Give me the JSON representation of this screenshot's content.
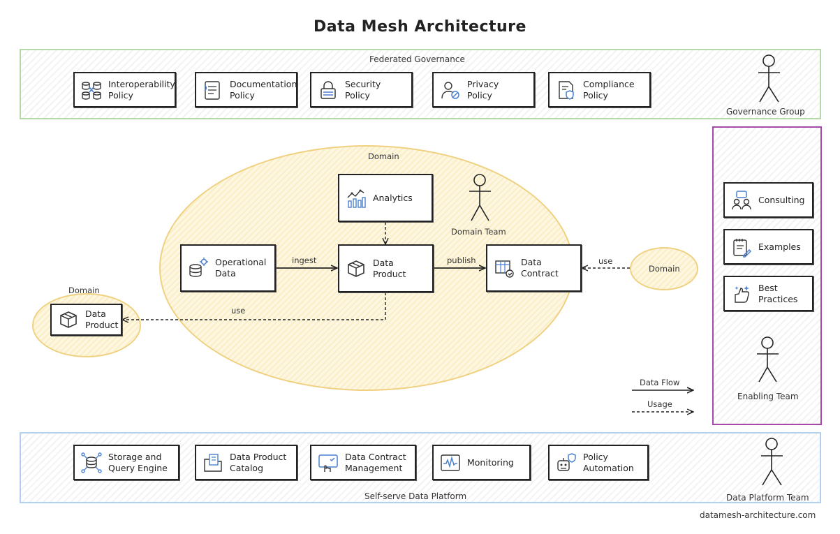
{
  "title": "Data Mesh Architecture",
  "footer_url": "datamesh-architecture.com",
  "governance": {
    "label": "Federated Governance",
    "group_label": "Governance Group",
    "policies": [
      {
        "label": "Interoperability\nPolicy",
        "icon": "interoperability-icon"
      },
      {
        "label": "Documentation\nPolicy",
        "icon": "documentation-icon"
      },
      {
        "label": "Security\nPolicy",
        "icon": "security-icon"
      },
      {
        "label": "Privacy\nPolicy",
        "icon": "privacy-icon"
      },
      {
        "label": "Compliance\nPolicy",
        "icon": "compliance-icon"
      }
    ]
  },
  "platform": {
    "label": "Self-serve Data Platform",
    "team_label": "Data Platform Team",
    "items": [
      {
        "label": "Storage and\nQuery Engine",
        "icon": "storage-icon"
      },
      {
        "label": "Data Product\nCatalog",
        "icon": "catalog-icon"
      },
      {
        "label": "Data Contract\nManagement",
        "icon": "contract-management-icon"
      },
      {
        "label": "Monitoring",
        "icon": "monitoring-icon"
      },
      {
        "label": "Policy\nAutomation",
        "icon": "automation-icon"
      }
    ]
  },
  "enabling": {
    "team_label": "Enabling Team",
    "items": [
      {
        "label": "Consulting",
        "icon": "consulting-icon"
      },
      {
        "label": "Examples",
        "icon": "examples-icon"
      },
      {
        "label": "Best\nPractices",
        "icon": "best-practices-icon"
      }
    ]
  },
  "domain": {
    "label": "Domain",
    "team_label": "Domain Team",
    "analytics": "Analytics",
    "operational": "Operational\nData",
    "data_product": "Data Product",
    "data_contract": "Data\nContract",
    "edge_ingest": "ingest",
    "edge_publish": "publish",
    "edge_use_left": "use",
    "edge_use_right": "use"
  },
  "left_domain": {
    "label": "Domain",
    "data_product": "Data\nProduct"
  },
  "right_domain": {
    "label": "Domain"
  },
  "legend": {
    "data_flow": "Data Flow",
    "usage": "Usage"
  },
  "colors": {
    "governance_border": "#b6d9a8",
    "platform_border": "#b3cfee",
    "enabling_border": "#a44aa8",
    "domain_fill": "#fbedc4",
    "icon_blue": "#4a7fd0"
  }
}
